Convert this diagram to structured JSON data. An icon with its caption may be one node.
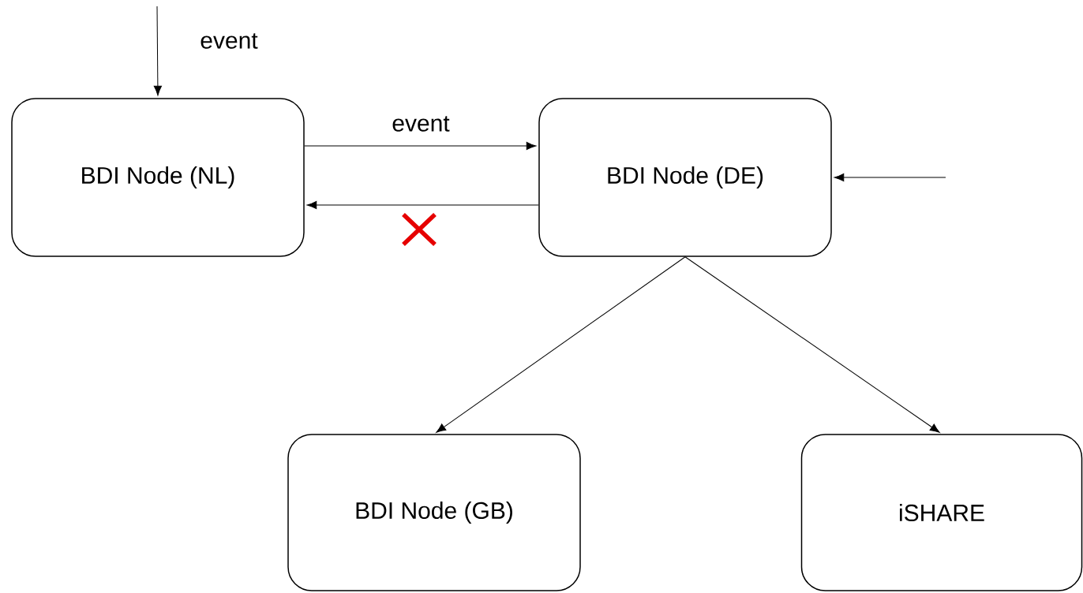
{
  "diagram": {
    "nodes": [
      {
        "text": [
          "BDI Node (NL)"
        ]
      },
      {
        "text": [
          "BDI Node (DE)"
        ]
      },
      {
        "text": [
          "BDI Node (GB)"
        ]
      },
      {
        "text": [
          "iSHARE"
        ]
      }
    ],
    "edges": [
      {
        "from": null,
        "to": 0,
        "arrow": "to",
        "label": "event"
      },
      {
        "from": 0,
        "to": 1,
        "arrow": "to",
        "label": "event"
      },
      {
        "from": 1,
        "to": 0,
        "arrow": "to"
      },
      {
        "from": null,
        "to": 1,
        "arrow": "to"
      },
      {
        "from": 1,
        "to": 2,
        "arrow": "to"
      },
      {
        "from": 1,
        "to": 3,
        "arrow": "to"
      }
    ]
  }
}
